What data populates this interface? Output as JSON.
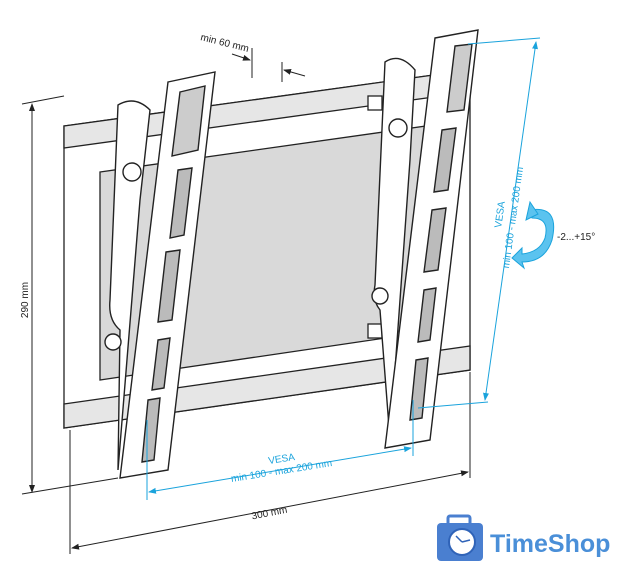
{
  "dimensions": {
    "height": "290 mm",
    "width": "300 mm",
    "min_gap": "min 60 mm"
  },
  "vesa_horizontal": {
    "title": "VESA",
    "range": "min 100 - max 200 mm"
  },
  "vesa_vertical": {
    "title": "VESA",
    "range": "min 100 - max 200 mm"
  },
  "tilt": "-2...+15°",
  "logo": {
    "text": "TimeShop"
  },
  "colors": {
    "accent": "#1aa3dc",
    "line": "#222222",
    "plate": "#d9d9d9",
    "logo": "#4a8fd8"
  }
}
